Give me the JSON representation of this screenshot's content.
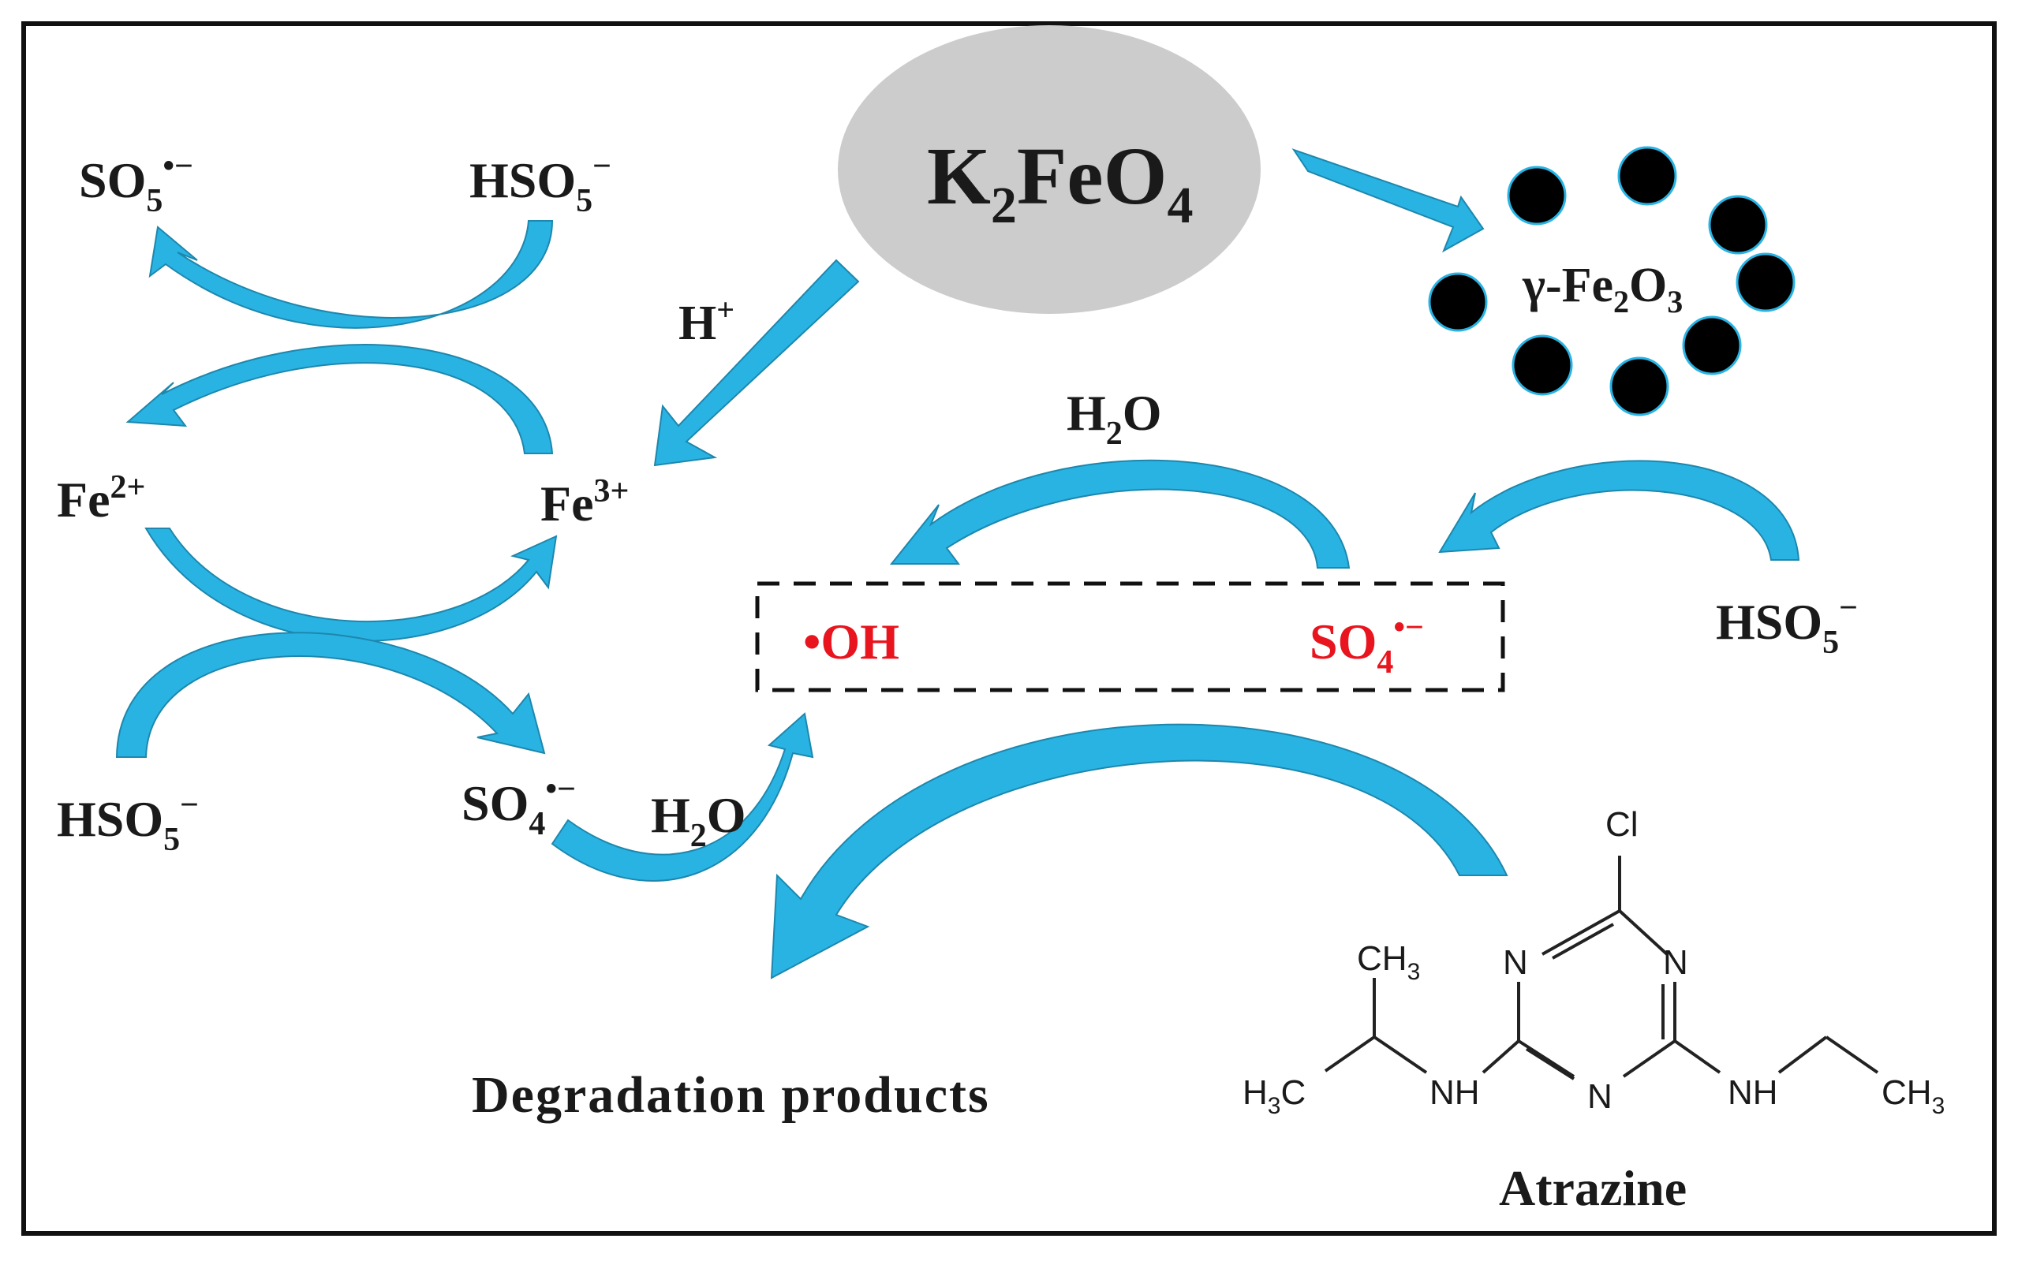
{
  "colors": {
    "arrow_fill": "#29b3e3",
    "arrow_stroke": "#1d87ad",
    "radical_red": "#e8141e",
    "ellipse_gray": "#cccccc",
    "particle_black": "#000000",
    "border_black": "#111111"
  },
  "center": {
    "base": "K",
    "sub1": "2",
    "mid": "FeO",
    "sub2": "4"
  },
  "catalyst": {
    "prefix": "γ-Fe",
    "sub1": "2",
    "mid": "O",
    "sub2": "3"
  },
  "left_cycle": {
    "so5_radical": {
      "base": "SO",
      "sub": "5",
      "sup": "•−"
    },
    "hso5_top": {
      "base": "HSO",
      "sub": "5",
      "sup": "−"
    },
    "fe2": {
      "base": "Fe",
      "sup": "2+"
    },
    "fe3": {
      "base": "Fe",
      "sup": "3+"
    },
    "hso5_bottom": {
      "base": "HSO",
      "sub": "5",
      "sup": "−"
    },
    "so4_radical": {
      "base": "SO",
      "sub": "4",
      "sup": "•−"
    },
    "h_plus": {
      "base": "H",
      "sup": "+"
    }
  },
  "water_left": {
    "base": "H",
    "sub": "2",
    "tail": "O"
  },
  "water_top": {
    "base": "H",
    "sub": "2",
    "tail": "O"
  },
  "hso5_right": {
    "base": "HSO",
    "sub": "5",
    "sup": "−"
  },
  "radicals_box": {
    "oh": "•OH",
    "so4": {
      "base": "SO",
      "sub": "4",
      "sup": "•−"
    }
  },
  "products_label": "Degradation products",
  "atrazine": {
    "name": "Atrazine",
    "atoms": {
      "cl": "Cl",
      "n_top_left": "N",
      "n_top_right": "N",
      "n_bottom": "N",
      "nh_left": "NH",
      "nh_right": "NH",
      "ch3_top_base": "CH",
      "ch3_top_sub": "3",
      "h3c_h": "H",
      "h3c_sub": "3",
      "h3c_c": "C",
      "ch3_right_base": "CH",
      "ch3_right_sub": "3"
    }
  }
}
